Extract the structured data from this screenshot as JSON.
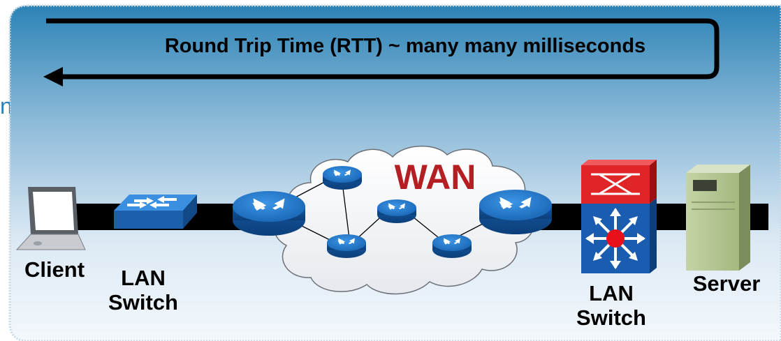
{
  "diagram": {
    "rtt_label": "Round Trip Time (RTT) ~ many many milliseconds",
    "wan_label": "WAN",
    "client_label": "Client",
    "lan_switch_left_label": "LAN\nSwitch",
    "lan_switch_right_label": "LAN\nSwitch",
    "server_label": "Server",
    "edge_glyph": "n"
  },
  "colors": {
    "panel_top": "#2c83b6",
    "panel_bottom": "#f3f8fc",
    "network_device_blue": "#1f6fc0",
    "firewall_red": "#e02528",
    "wan_text": "#b51e23",
    "server_green": "#b3c790",
    "link_black": "#000000"
  },
  "icons": [
    "laptop-icon",
    "lan-switch-icon",
    "router-icon",
    "cloud-icon",
    "multilayer-switch-icon",
    "server-icon"
  ]
}
